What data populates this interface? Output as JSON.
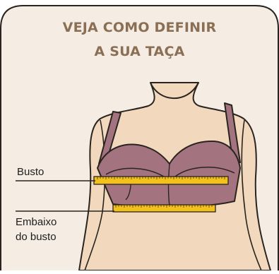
{
  "title": {
    "line1": "VEJA COMO DEFINIR",
    "line2": "A SUA TAÇA"
  },
  "labels": {
    "bust": "Busto",
    "underbust_line1": "Embaixo",
    "underbust_line2": "do busto"
  },
  "colors": {
    "background": "#f5ede3",
    "title": "#8a6f54",
    "skin": "#f2d9bd",
    "bra": "#a3737f",
    "tape": "#f3c11b",
    "outline": "#2a2420"
  }
}
